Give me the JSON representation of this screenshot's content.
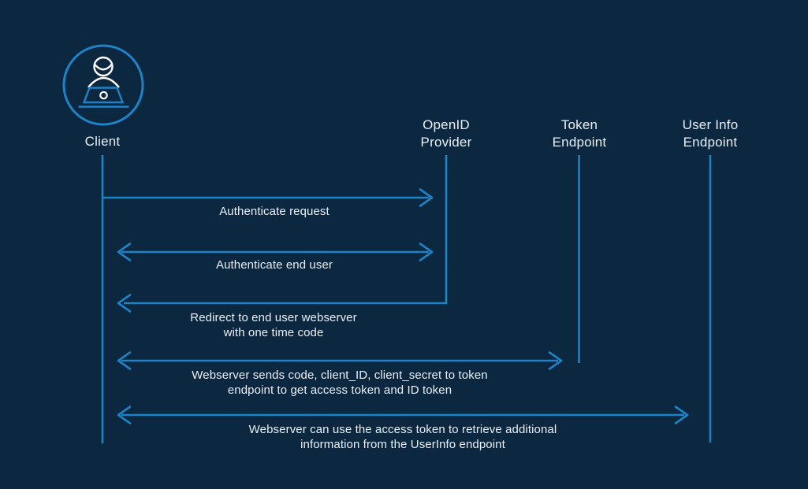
{
  "colors": {
    "background": "#0c2740",
    "accent": "#1e83c6",
    "text": "#eaf0f5",
    "icon-white": "#ffffff"
  },
  "actors": {
    "client": {
      "label": "Client",
      "icon": "person-at-laptop-icon"
    },
    "openid_provider": {
      "line1": "OpenID",
      "line2": "Provider"
    },
    "token_endpoint": {
      "line1": "Token",
      "line2": "Endpoint"
    },
    "userinfo_endpoint": {
      "line1": "User Info",
      "line2": "Endpoint"
    }
  },
  "messages": [
    {
      "from": "Client",
      "to": "OpenID Provider",
      "direction": "right",
      "lines": [
        "Authenticate request"
      ]
    },
    {
      "from": "Client",
      "to": "OpenID Provider",
      "direction": "both",
      "lines": [
        "Authenticate end user"
      ]
    },
    {
      "from": "OpenID Provider",
      "to": "Client",
      "direction": "left",
      "lines": [
        "Redirect to end user webserver",
        "with one time code"
      ]
    },
    {
      "from": "Client",
      "to": "Token Endpoint",
      "direction": "both",
      "lines": [
        "Webserver sends code, client_ID, client_secret to token",
        "endpoint to get access token and ID token"
      ]
    },
    {
      "from": "Client",
      "to": "User Info Endpoint",
      "direction": "both",
      "lines": [
        "Webserver can use the access token to retrieve additional",
        "information from the UserInfo endpoint"
      ]
    }
  ]
}
